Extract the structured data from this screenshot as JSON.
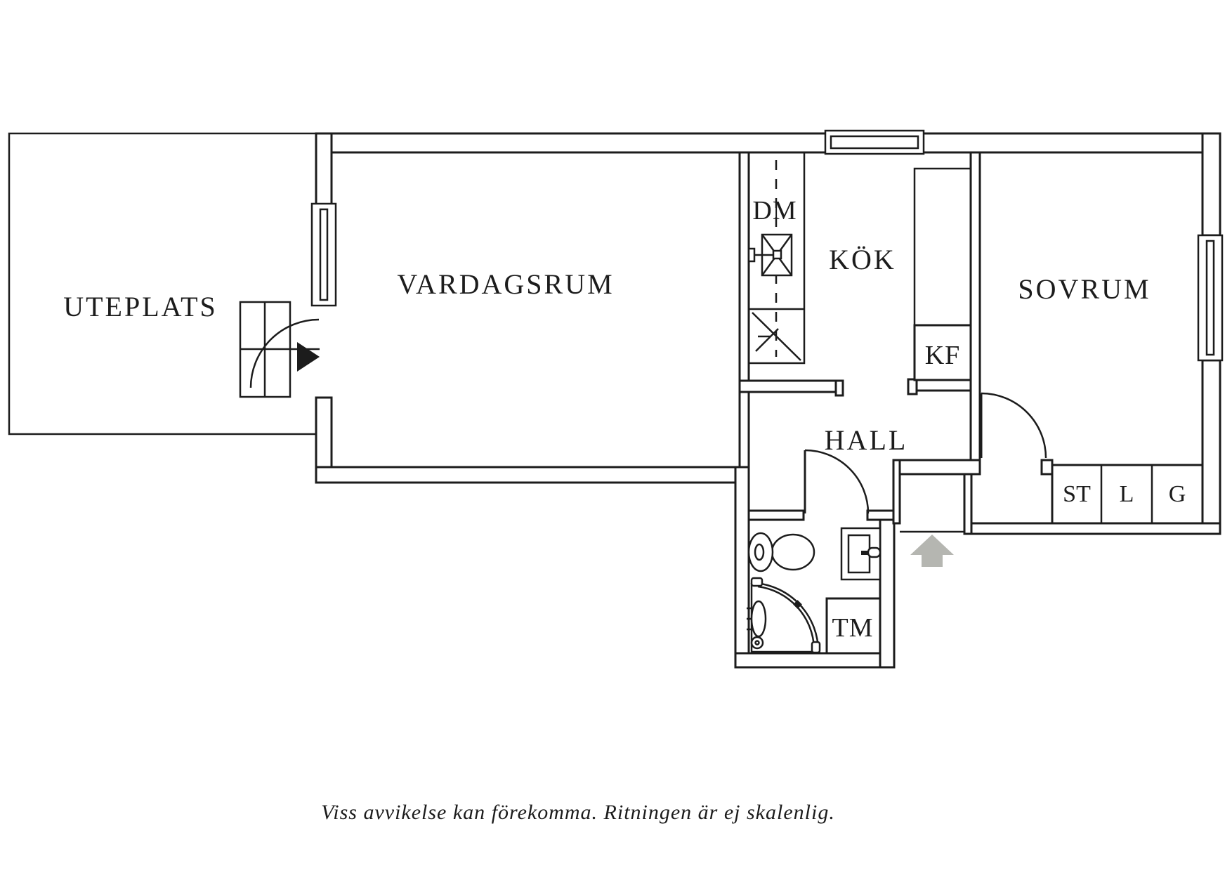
{
  "labels": {
    "uteplats": "UTEPLATS",
    "vardagsrum": "VARDAGSRUM",
    "kok": "KÖK",
    "sovrum": "SOVRUM",
    "hall": "HALL",
    "dishwasher": "DM",
    "fridge_freezer": "KF",
    "washing_machine": "TM",
    "closet_st": "ST",
    "closet_l": "L",
    "closet_g": "G"
  },
  "caption": "Viss avvikelse kan förekomma. Ritningen är ej skalenlig.",
  "colors": {
    "line": "#1c1c1c",
    "background": "#ffffff",
    "entry_arrow": "#b5b6b1"
  },
  "icons": {
    "entry-arrow-icon": "up-arrow entrance marker",
    "door-swing-icon": "quarter-circle door swing",
    "balcony-door-arrow-icon": "black right triangle",
    "window-icon": "double-line window symbol",
    "toilet-icon": "toilet tank and bowl",
    "washbasin-icon": "bathroom sink with faucet",
    "shower-icon": "corner shower with curved glass door",
    "kitchen-sink-icon": "rectangle with X and faucet",
    "stove-icon": "diagonal hatch counter symbol"
  }
}
